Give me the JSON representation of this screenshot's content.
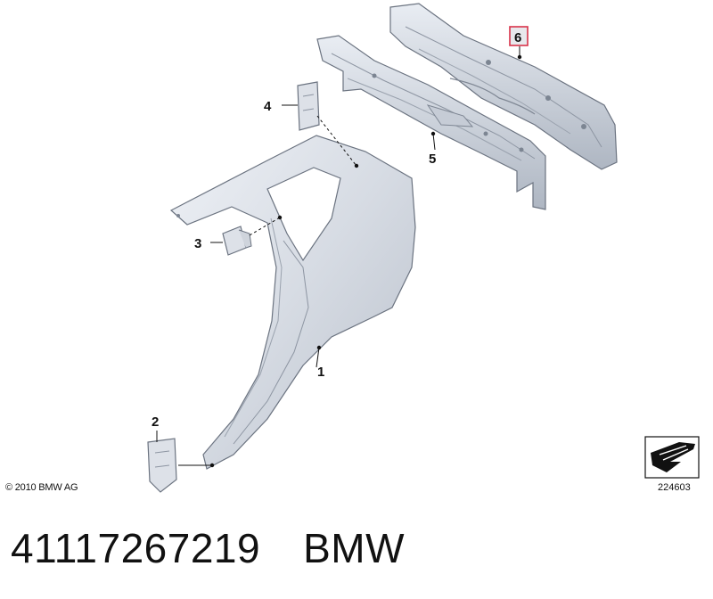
{
  "diagram": {
    "callouts": [
      {
        "id": "1",
        "label": "1",
        "highlighted": false
      },
      {
        "id": "2",
        "label": "2",
        "highlighted": false
      },
      {
        "id": "3",
        "label": "3",
        "highlighted": false
      },
      {
        "id": "4",
        "label": "4",
        "highlighted": false
      },
      {
        "id": "5",
        "label": "5",
        "highlighted": false
      },
      {
        "id": "6",
        "label": "6",
        "highlighted": true
      }
    ],
    "highlight_color": "#d9334a",
    "copyright": "© 2010 BMW AG",
    "diagram_number": "224603"
  },
  "caption": {
    "part_number": "41117267219",
    "brand": "BMW"
  }
}
